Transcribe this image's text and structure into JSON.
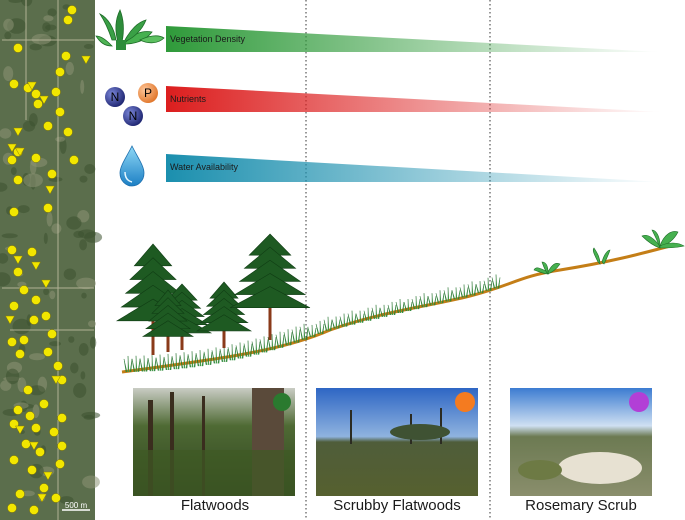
{
  "map": {
    "scale_label": "500 m",
    "colors": {
      "site_circle": "#f2e600",
      "site_triangle": "#f2e600",
      "imagery": "#5b6e4c"
    }
  },
  "gradients": [
    {
      "label": "Vegetation Density",
      "color": "#2f9a3a",
      "icon": "leaf-icon"
    },
    {
      "label": "Nutrients",
      "color": "#dc1e1e",
      "icon": "npn-molecule-icon",
      "nutrient_letters": [
        "N",
        "N",
        "P"
      ]
    },
    {
      "label": "Water Availability",
      "color": "#1b8fae",
      "icon": "water-drop-icon"
    }
  ],
  "zones": [
    {
      "label": "Flatwoods",
      "marker_color": "#2a7a2f"
    },
    {
      "label": "Scrubby Flatwoods",
      "marker_color": "#f47b20"
    },
    {
      "label": "Rosemary Scrub",
      "marker_color": "#b23fd6"
    }
  ]
}
